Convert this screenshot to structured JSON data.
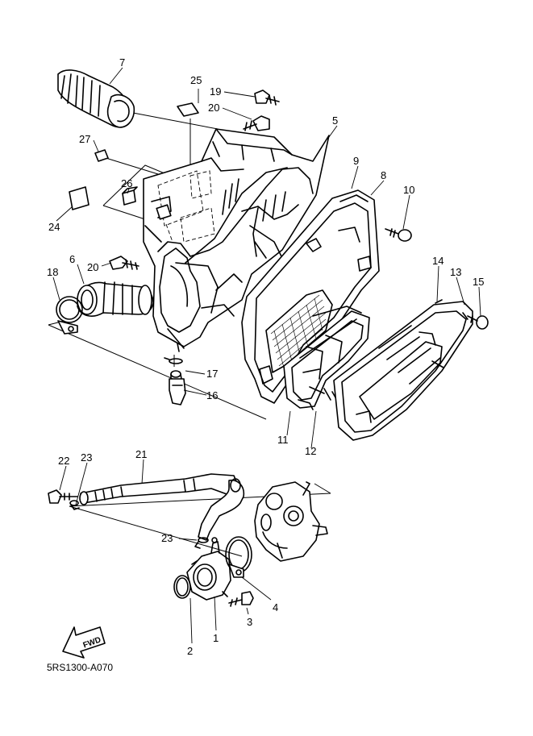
{
  "callouts": {
    "c1": "1",
    "c2": "2",
    "c3": "3",
    "c4": "4",
    "c5": "5",
    "c6": "6",
    "c7": "7",
    "c8": "8",
    "c9": "9",
    "c10": "10",
    "c11": "11",
    "c12": "12",
    "c13": "13",
    "c14": "14",
    "c15": "15",
    "c16": "16",
    "c17": "17",
    "c18": "18",
    "c19": "19",
    "c20a": "20",
    "c20b": "20",
    "c21": "21",
    "c22": "22",
    "c23a": "23",
    "c23b": "23",
    "c24": "24",
    "c25": "25",
    "c26": "26",
    "c27": "27"
  },
  "fwd_label": "FWD",
  "diagram_code": "5RS1300-A070"
}
